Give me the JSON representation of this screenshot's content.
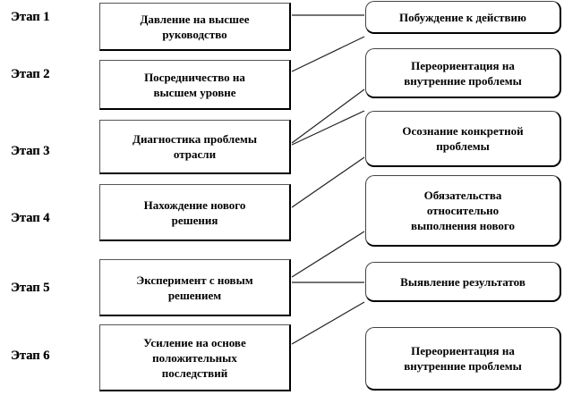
{
  "stages": [
    {
      "label": "Этап 1",
      "step": "Давление на высшее\nруководство",
      "result": "Побуждение  к действию"
    },
    {
      "label": "Этап 2",
      "step": "Посредничество  на\nвысшем уровне",
      "result": "Переориентация  на\nвнутренние  проблемы"
    },
    {
      "label": "Этап 3",
      "step": "Диагностика  проблемы\nотрасли",
      "result": "Осознание  конкретной\nпроблемы"
    },
    {
      "label": "Этап 4",
      "step": "Нахождение  нового\nрешения",
      "result": "Обязательства\nотносительно\nвыполнения  нового"
    },
    {
      "label": "Этап 5",
      "step": "Эксперимент  с новым\nрешением",
      "result": "Выявление  результатов"
    },
    {
      "label": "Этап 6",
      "step": "Усиление  на основе\nположительных\nпоследствий",
      "result": "Переориентация  на\nвнутренние  проблемы"
    }
  ]
}
